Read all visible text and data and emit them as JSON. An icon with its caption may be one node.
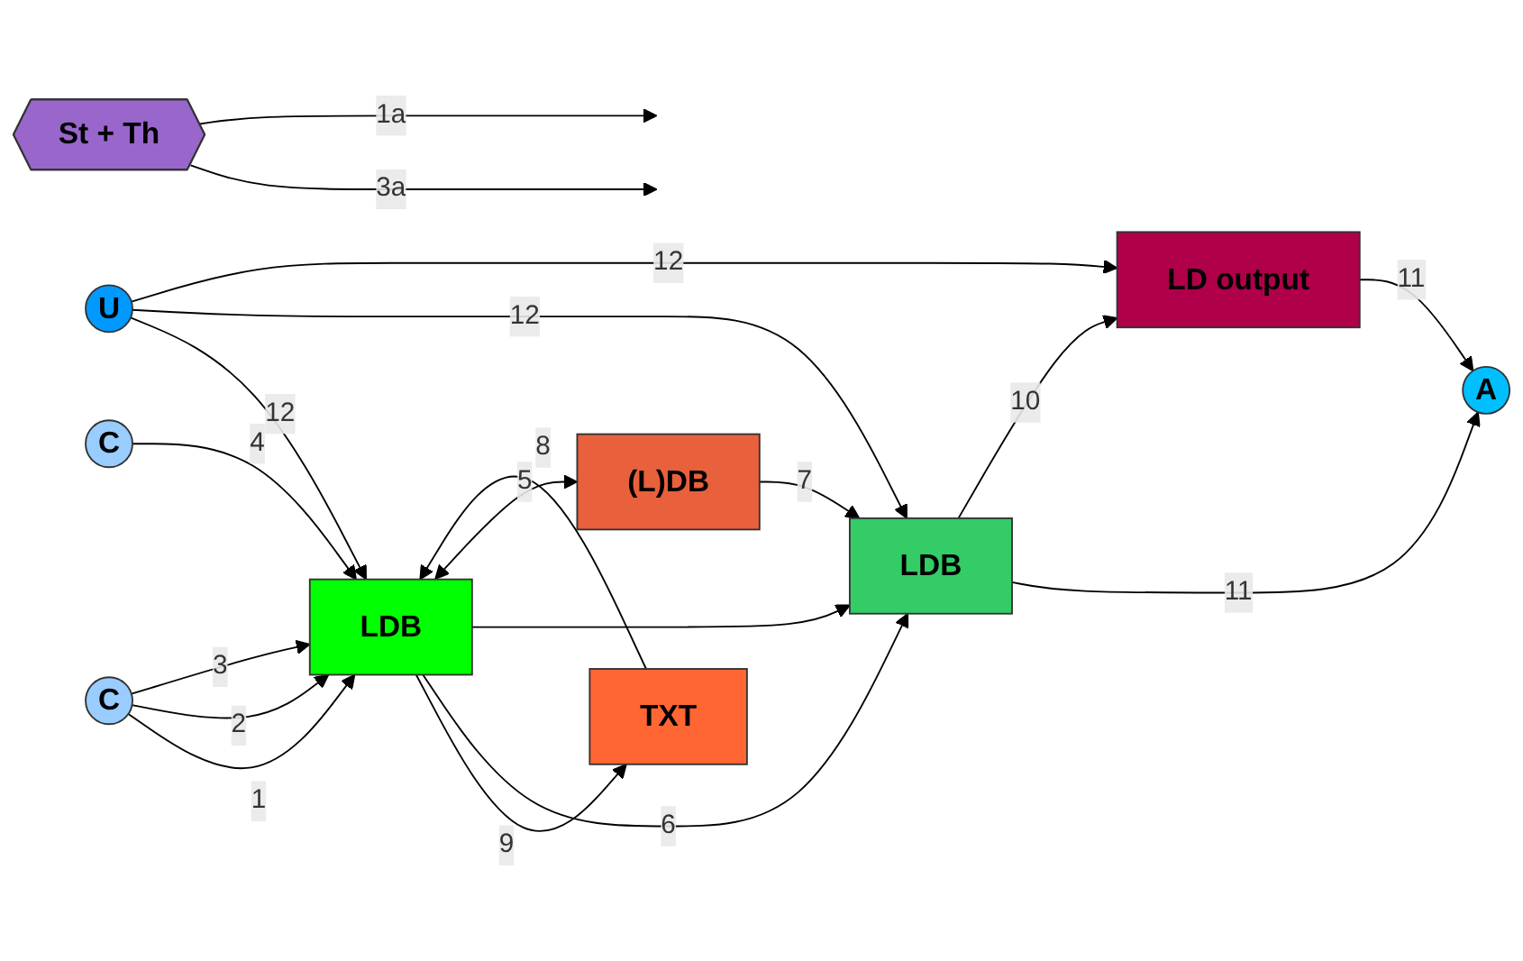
{
  "diagram": {
    "nodes": [
      {
        "text": [
          "C"
        ]
      },
      {
        "text": [
          "C"
        ]
      },
      {
        "text": [
          "A"
        ]
      },
      {
        "text": [
          "TXT"
        ]
      },
      {
        "text": [
          "LDB"
        ]
      },
      {
        "text": [
          "LDB"
        ]
      },
      {
        "text": [
          "LD output"
        ]
      },
      {
        "text": [
          "St + Th"
        ]
      },
      {
        "text": [
          "(L)DB"
        ]
      },
      {
        "text": [
          "U"
        ]
      }
    ],
    "edges": [
      {
        "from": 0,
        "to": 4,
        "arrow": "to",
        "label": "1"
      },
      {
        "from": 0,
        "to": 4,
        "arrow": "to",
        "label": "2"
      },
      {
        "from": 0,
        "to": 4,
        "arrow": "to",
        "label": "3"
      },
      {
        "from": 1,
        "to": 4,
        "arrow": "to",
        "label": "4"
      },
      {
        "from": 7,
        "to": null,
        "arrow": "to",
        "label": "3a"
      },
      {
        "from": 7,
        "to": null,
        "arrow": "to",
        "label": "1a"
      },
      {
        "from": 3,
        "to": 4,
        "arrow": "to",
        "label": "8"
      },
      {
        "from": 4,
        "to": 3,
        "arrow": "to",
        "label": "9"
      },
      {
        "from": 4,
        "to": 5,
        "arrow": "to",
        "label": "6"
      },
      {
        "from": 4,
        "to": 5,
        "arrow": "to"
      },
      {
        "from": 8,
        "to": 5,
        "arrow": "to",
        "label": "7"
      },
      {
        "from": 4,
        "to": 8,
        "arrow": "both",
        "label": "5"
      },
      {
        "from": 5,
        "to": 2,
        "arrow": "to",
        "label": "11"
      },
      {
        "from": 6,
        "to": 2,
        "arrow": "to",
        "label": "11"
      },
      {
        "from": 5,
        "to": 6,
        "arrow": "to",
        "label": "10"
      },
      {
        "from": 9,
        "to": 4,
        "arrow": "to",
        "label": "12"
      },
      {
        "from": 9,
        "to": 5,
        "arrow": "to",
        "label": "12"
      },
      {
        "from": 9,
        "to": 6,
        "arrow": "to",
        "label": "12"
      }
    ]
  }
}
